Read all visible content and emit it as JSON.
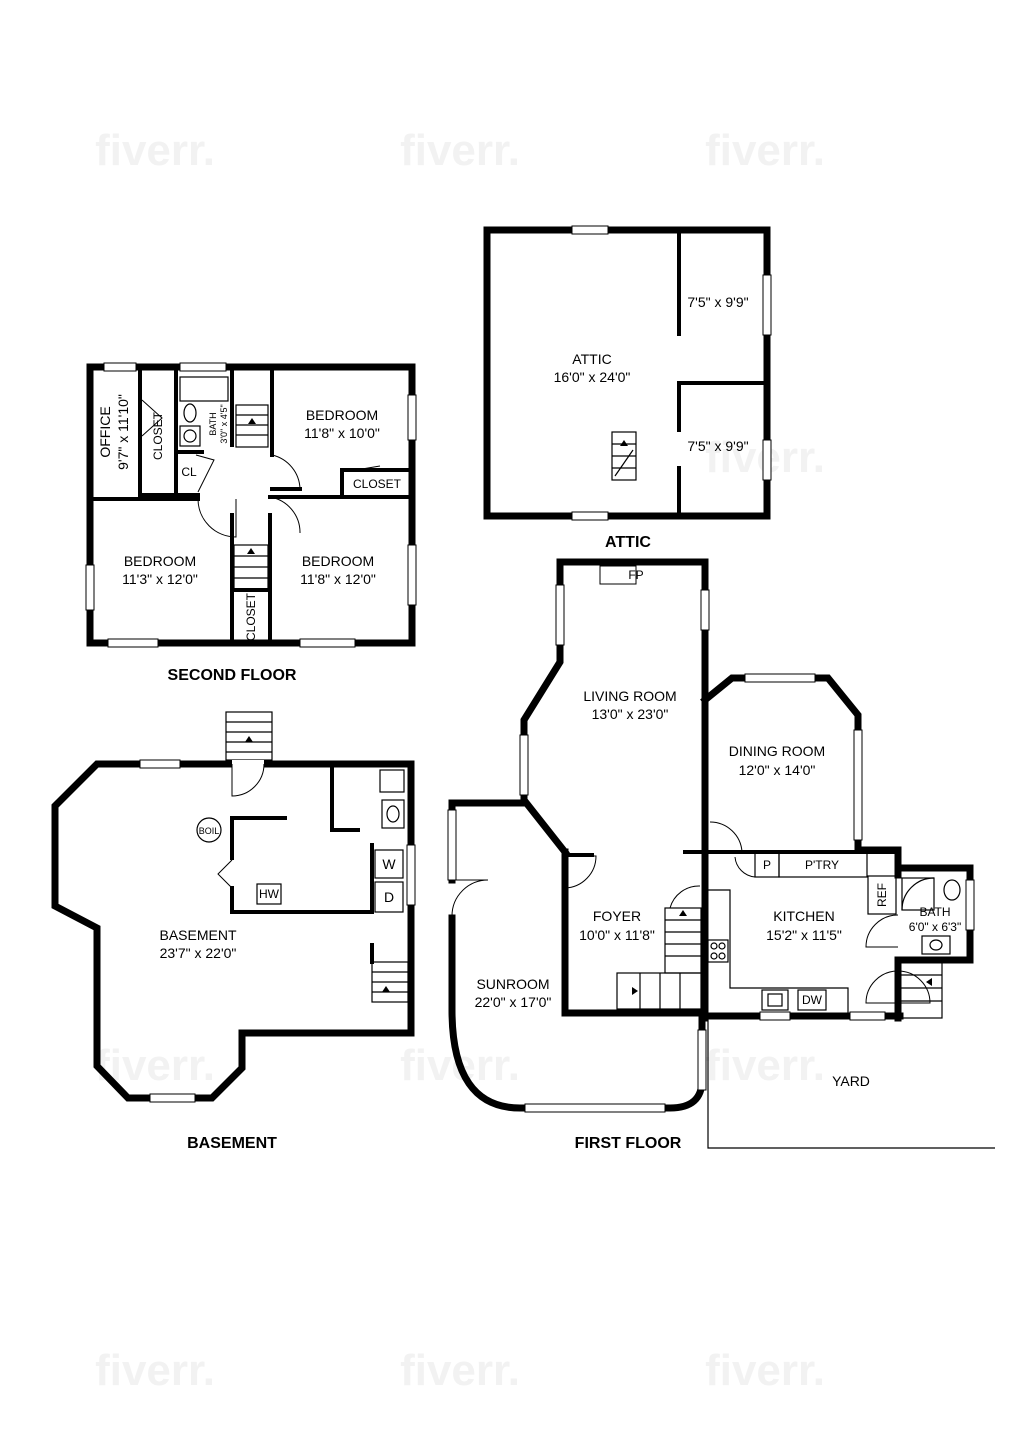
{
  "watermark": "fiverr.",
  "floors": {
    "attic": "ATTIC",
    "second": "SECOND FLOOR",
    "basement": "BASEMENT",
    "first": "FIRST FLOOR"
  },
  "attic": {
    "main": {
      "name": "ATTIC",
      "dims": "16'0\" x 24'0\""
    },
    "room_a": {
      "dims": "7'5\" x 9'9\""
    },
    "room_b": {
      "dims": "7'5\" x 9'9\""
    }
  },
  "second": {
    "office": {
      "name": "OFFICE",
      "dims": "9'7\" x 11'10\""
    },
    "closet_office": "CLOSET",
    "bath": {
      "name": "BATH",
      "dims": "3'0\" x 4'5\""
    },
    "cl": "CL",
    "bedroom_ne": {
      "name": "BEDROOM",
      "dims": "11'8\" x 10'0\""
    },
    "closet_ne": "CLOSET",
    "bedroom_sw": {
      "name": "BEDROOM",
      "dims": "11'3\" x 12'0\""
    },
    "bedroom_se": {
      "name": "BEDROOM",
      "dims": "11'8\" x 12'0\""
    },
    "closet_s": "CLOSET"
  },
  "basement": {
    "main": {
      "name": "BASEMENT",
      "dims": "23'7\" x 22'0\""
    },
    "boil": "BOIL",
    "hw": "HW",
    "w": "W",
    "d": "D"
  },
  "first": {
    "fp": "FP",
    "living": {
      "name": "LIVING ROOM",
      "dims": "13'0\" x 23'0\""
    },
    "dining": {
      "name": "DINING ROOM",
      "dims": "12'0\" x 14'0\""
    },
    "p": "P",
    "ptry": "P'TRY",
    "ref": "REF",
    "foyer": {
      "name": "FOYER",
      "dims": "10'0\" x 11'8\""
    },
    "kitchen": {
      "name": "KITCHEN",
      "dims": "15'2\" x 11'5\""
    },
    "bath": {
      "name": "BATH",
      "dims": "6'0\" x 6'3\""
    },
    "sunroom": {
      "name": "SUNROOM",
      "dims": "22'0\" x 17'0\""
    },
    "dw": "DW",
    "yard": "YARD"
  }
}
